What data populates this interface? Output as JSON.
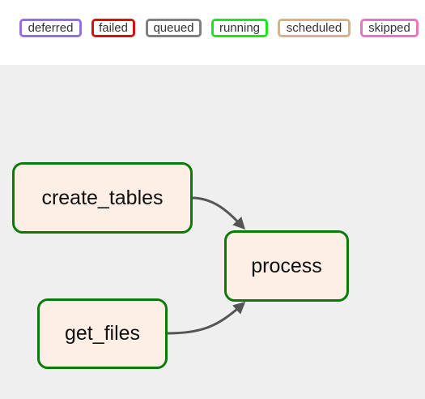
{
  "legend": {
    "items": [
      {
        "label": "deferred",
        "color": "#9370db"
      },
      {
        "label": "failed",
        "color": "#d41010"
      },
      {
        "label": "queued",
        "color": "#808080"
      },
      {
        "label": "running",
        "color": "#18e818"
      },
      {
        "label": "scheduled",
        "color": "#d2b48c"
      },
      {
        "label": "skipped",
        "color": "#ee72c0"
      }
    ]
  },
  "graph": {
    "node_status_color": "#0a7a0a",
    "node_fill": "#fdeee6",
    "nodes": [
      {
        "id": "create_tables",
        "label": "create_tables"
      },
      {
        "id": "get_files",
        "label": "get_files"
      },
      {
        "id": "process",
        "label": "process"
      }
    ],
    "edges": [
      {
        "from": "create_tables",
        "to": "process"
      },
      {
        "from": "get_files",
        "to": "process"
      }
    ]
  }
}
